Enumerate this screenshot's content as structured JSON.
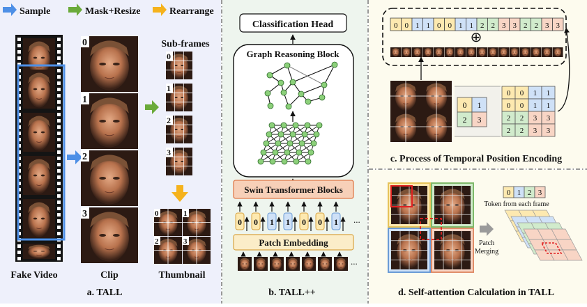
{
  "legend": {
    "sample": "Sample",
    "mask_resize": "Mask+Resize",
    "rearrange": "Rearrange"
  },
  "panel_a": {
    "col_fake_video": "Fake Video",
    "col_clip": "Clip",
    "col_thumbnail": "Thumbnail",
    "subframes_title": "Sub-frames",
    "clip_indices": [
      "0",
      "1",
      "2",
      "3"
    ],
    "subframe_indices": [
      "0",
      "1",
      "2",
      "3"
    ],
    "thumbnail_indices": [
      "0",
      "1",
      "2",
      "3"
    ],
    "caption": "a. TALL"
  },
  "panel_b": {
    "classification_head": "Classification Head",
    "graph_reasoning": "Graph Reasoning Block",
    "swin_blocks": "Swin Transformer Blocks",
    "patch_embedding": "Patch Embedding",
    "tokens": [
      "0",
      "0",
      "1",
      "1",
      "0",
      "0",
      "1"
    ],
    "ellipsis": "...",
    "caption": "b. TALL++"
  },
  "panel_c": {
    "sequence": [
      "0",
      "0",
      "1",
      "1",
      "0",
      "0",
      "1",
      "1",
      "2",
      "2",
      "3",
      "3",
      "2",
      "2",
      "3",
      "3"
    ],
    "plus": "⊕",
    "small_grid": [
      "0",
      "1",
      "2",
      "3"
    ],
    "big_grid": [
      [
        "0",
        "0",
        "1",
        "1"
      ],
      [
        "0",
        "0",
        "1",
        "1"
      ],
      [
        "2",
        "2",
        "3",
        "3"
      ],
      [
        "2",
        "2",
        "3",
        "3"
      ]
    ],
    "caption": "c. Process of Temporal Position Encoding"
  },
  "panel_d": {
    "tokens": [
      "0",
      "1",
      "2",
      "3"
    ],
    "token_label": "Token from each frame",
    "patch_merging": "Patch\nMerging",
    "caption": "d. Self-attention Calculation in TALL"
  },
  "colors": {
    "panel_a_bg": "#eef0fb",
    "panel_b_bg": "#eef5ee",
    "panel_c_bg": "#fdfbee",
    "panel_d_bg": "#fdfbee",
    "blue": "#4d8fe6",
    "green": "#6aaa3a",
    "orange": "#f5b21c",
    "swin": "#f7d0b8",
    "patch": "#fbedc8",
    "tok0": "#fde9b0",
    "tok1": "#cfe1f7",
    "tok2": "#d1ebcc",
    "tok3": "#f8d5c5",
    "node": "#8cd07a"
  }
}
